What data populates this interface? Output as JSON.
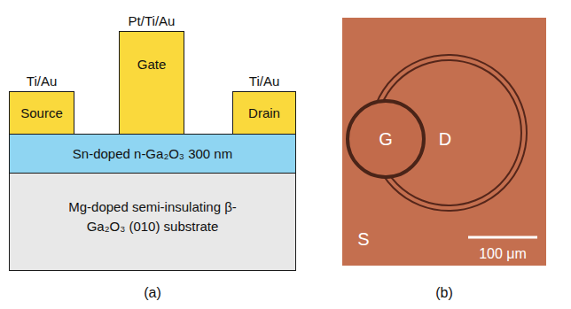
{
  "diagram": {
    "nodes": [
      {
        "text": [
          "Ti/Au",
          "Source"
        ]
      },
      {
        "text": [
          "Pt/Ti/Au",
          "Gate"
        ]
      },
      {
        "text": [
          "Ti/Au",
          "Drain"
        ]
      },
      {
        "text": [
          "Sn-doped n-Ga₂O₃ 300 nm"
        ]
      },
      {
        "text": [
          "Mg-doped semi-insulating β-Ga₂O₃ (010) substrate"
        ]
      },
      {
        "text": [
          "S"
        ]
      },
      {
        "text": [
          "G"
        ],
        "in": 5
      },
      {
        "text": [
          "D"
        ],
        "in": 5
      }
    ],
    "labels": [
      "(a)",
      "(b)",
      "100 μm"
    ]
  }
}
